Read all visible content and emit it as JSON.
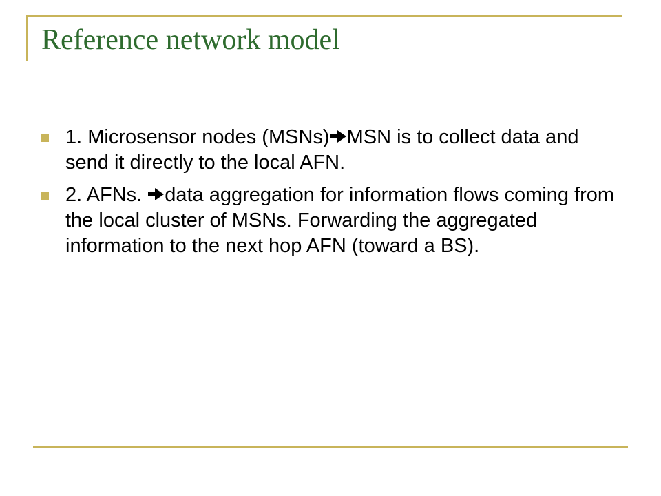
{
  "slide": {
    "title": "Reference network model",
    "accent_color": "#c8b45a",
    "title_color": "#2e6b2e"
  },
  "bullets": [
    {
      "before_arrow": "1. Microsensor nodes (MSNs)",
      "after_arrow": "MSN is to collect data and send it directly to the local AFN."
    },
    {
      "before_arrow": "2. AFNs.",
      "after_arrow": "data aggregation for information flows coming from the local cluster of MSNs. Forwarding the aggregated information to the next hop AFN (toward a BS)."
    }
  ],
  "icons": {
    "bullet": "square-bullet-icon",
    "arrow": "right-arrow-icon"
  }
}
